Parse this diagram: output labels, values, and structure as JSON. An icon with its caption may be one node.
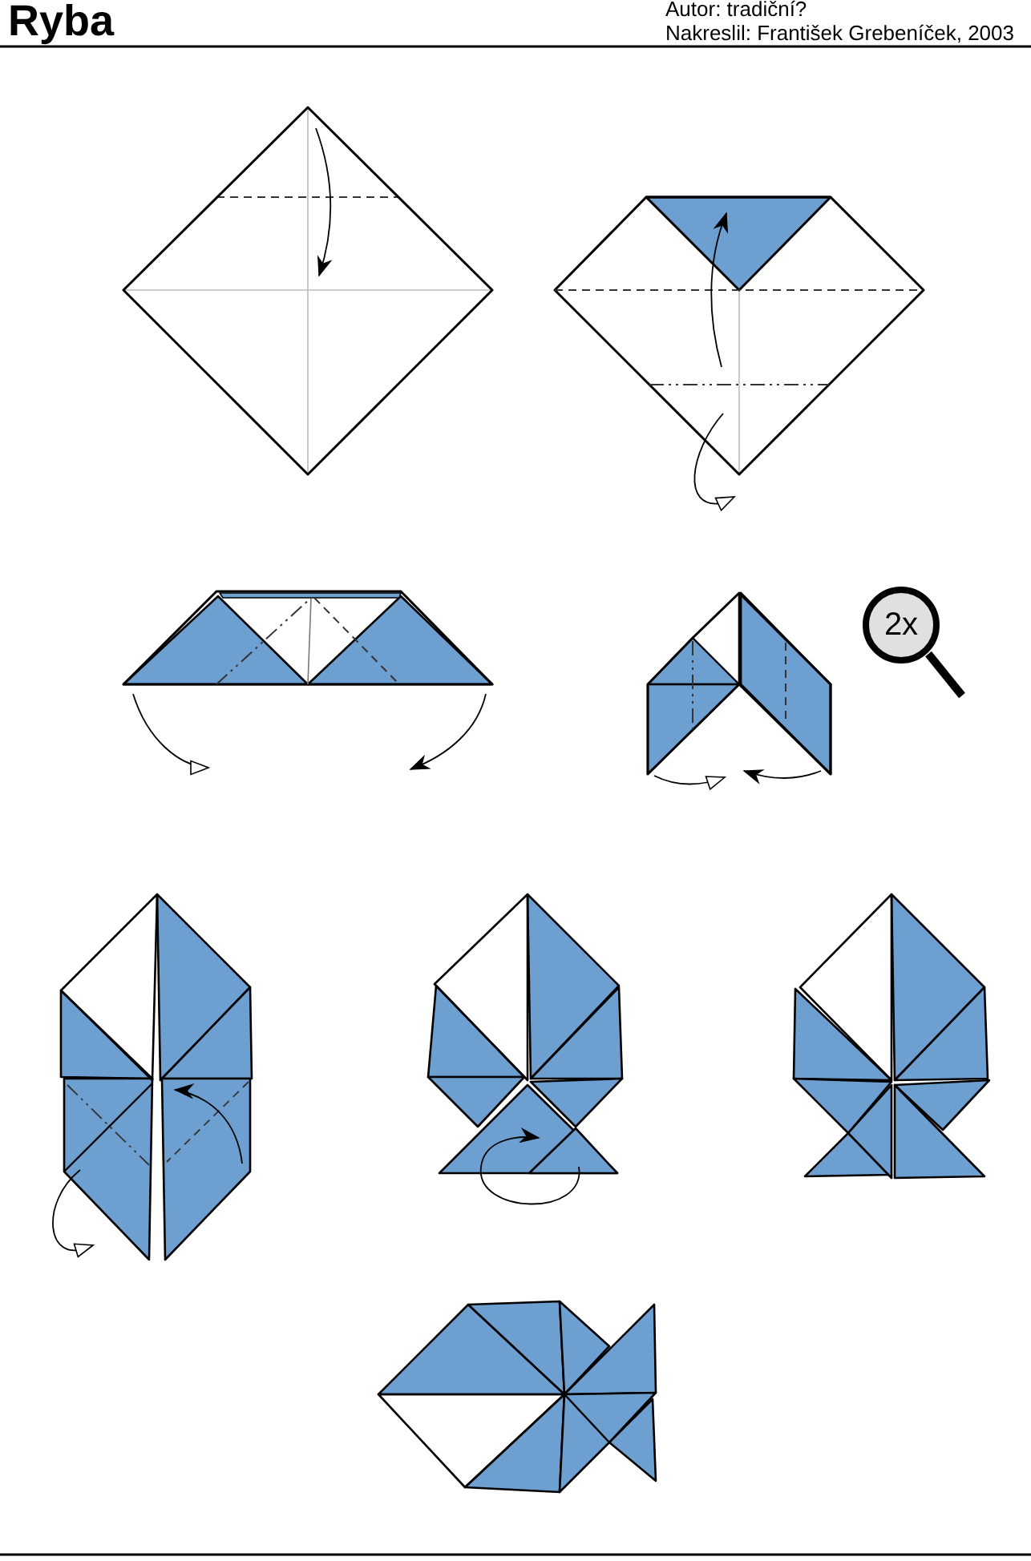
{
  "diagram": {
    "title": "Ryba",
    "nodes": [
      {
        "text": [
          "2x"
        ]
      }
    ],
    "labels": [
      "Autor: tradiční?",
      "Nakreslil: František Grebeníček, 2003"
    ]
  }
}
